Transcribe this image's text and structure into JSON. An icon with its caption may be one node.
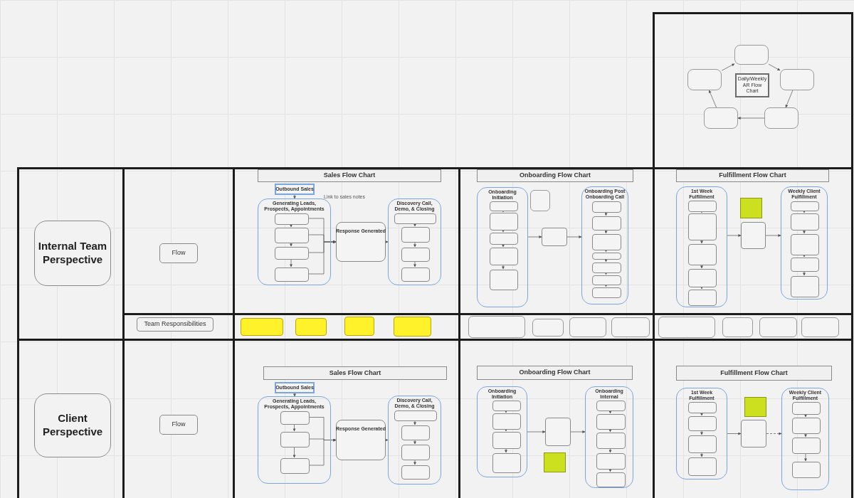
{
  "diagram": {
    "nodes": [
      {
        "text": [
          "Daily/Weekly AR Flow Chart"
        ]
      },
      {
        "text": [],
        "shape": "box"
      },
      {
        "text": [],
        "shape": "box"
      },
      {
        "text": [],
        "shape": "box"
      },
      {
        "text": [],
        "shape": "box"
      },
      {
        "text": [],
        "shape": "box"
      },
      {
        "text": [
          "Internal Team Perspective"
        ]
      },
      {
        "text": [
          "Flow"
        ]
      },
      {
        "text": [
          "Sales Flow Chart"
        ]
      },
      {
        "text": [
          "Outbound Sales"
        ]
      },
      {
        "text": [
          "Generating Leads, Prospects, Appointments"
        ]
      },
      {
        "text": [],
        "shape": "box",
        "in": 10
      },
      {
        "text": [],
        "shape": "box",
        "in": 10
      },
      {
        "text": [],
        "shape": "box",
        "in": 10
      },
      {
        "text": [],
        "shape": "box",
        "in": 10
      },
      {
        "text": [
          "Response Generated"
        ]
      },
      {
        "text": [
          "Discovery Call, Demo, & Closing"
        ]
      },
      {
        "text": [],
        "shape": "box",
        "in": 16
      },
      {
        "text": [],
        "shape": "box",
        "in": 16
      },
      {
        "text": [],
        "shape": "box",
        "in": 16
      },
      {
        "text": [],
        "shape": "box",
        "in": 16
      },
      {
        "text": [
          "Onboarding Flow Chart"
        ]
      },
      {
        "text": [
          "Onboarding Initiation"
        ]
      },
      {
        "text": [],
        "shape": "box",
        "in": 22
      },
      {
        "text": [],
        "shape": "box",
        "in": 22
      },
      {
        "text": [],
        "shape": "box",
        "in": 22
      },
      {
        "text": [],
        "shape": "box",
        "in": 22
      },
      {
        "text": [],
        "shape": "box",
        "in": 22
      },
      {
        "text": [],
        "shape": "box"
      },
      {
        "text": [],
        "shape": "box"
      },
      {
        "text": [
          "Onboarding Post Onboarding Call"
        ]
      },
      {
        "text": [],
        "shape": "box",
        "in": 30
      },
      {
        "text": [],
        "shape": "box",
        "in": 30
      },
      {
        "text": [],
        "shape": "box",
        "in": 30
      },
      {
        "text": [],
        "shape": "box",
        "in": 30
      },
      {
        "text": [],
        "shape": "box",
        "in": 30
      },
      {
        "text": [],
        "shape": "box",
        "in": 30
      },
      {
        "text": [],
        "shape": "box",
        "in": 30
      },
      {
        "text": [
          "Fulfillment Flow Chart"
        ]
      },
      {
        "text": [
          "1st Week Fulfillment"
        ]
      },
      {
        "text": [],
        "shape": "box",
        "in": 39
      },
      {
        "text": [],
        "shape": "box",
        "in": 39
      },
      {
        "text": [],
        "shape": "box",
        "in": 39
      },
      {
        "text": [],
        "shape": "box",
        "in": 39
      },
      {
        "text": [],
        "shape": "box",
        "in": 39
      },
      {
        "text": [],
        "shape": "box"
      },
      {
        "text": [],
        "shape": "box"
      },
      {
        "text": [
          "Weekly Client Fulfillment"
        ]
      },
      {
        "text": [],
        "shape": "box",
        "in": 47
      },
      {
        "text": [],
        "shape": "box",
        "in": 47
      },
      {
        "text": [],
        "shape": "box",
        "in": 47
      },
      {
        "text": [],
        "shape": "box",
        "in": 47
      },
      {
        "text": [],
        "shape": "box",
        "in": 47
      },
      {
        "text": [
          "Team Responsibilities"
        ]
      },
      {
        "text": [],
        "shape": "box"
      },
      {
        "text": [],
        "shape": "box"
      },
      {
        "text": [],
        "shape": "box"
      },
      {
        "text": [],
        "shape": "box"
      },
      {
        "text": [],
        "shape": "box"
      },
      {
        "text": [],
        "shape": "box"
      },
      {
        "text": [],
        "shape": "box"
      },
      {
        "text": [],
        "shape": "box"
      },
      {
        "text": [],
        "shape": "box"
      },
      {
        "text": [],
        "shape": "box"
      },
      {
        "text": [],
        "shape": "box"
      },
      {
        "text": [],
        "shape": "box"
      },
      {
        "text": [
          "Client Perspective"
        ]
      },
      {
        "text": [
          "Flow"
        ]
      },
      {
        "text": [
          "Sales Flow Chart"
        ]
      },
      {
        "text": [
          "Outbound Sales"
        ]
      },
      {
        "text": [
          "Generating Leads, Prospects, Appointments"
        ]
      },
      {
        "text": [],
        "shape": "box",
        "in": 70
      },
      {
        "text": [],
        "shape": "box",
        "in": 70
      },
      {
        "text": [],
        "shape": "box",
        "in": 70
      },
      {
        "text": [
          "Response Generated"
        ]
      },
      {
        "text": [
          "Discovery Call, Demo, & Closing"
        ]
      },
      {
        "text": [],
        "shape": "box",
        "in": 75
      },
      {
        "text": [],
        "shape": "box",
        "in": 75
      },
      {
        "text": [],
        "shape": "box",
        "in": 75
      },
      {
        "text": [],
        "shape": "box",
        "in": 75
      },
      {
        "text": [
          "Onboarding Flow Chart"
        ]
      },
      {
        "text": [
          "Onboarding Initiation"
        ]
      },
      {
        "text": [],
        "shape": "box",
        "in": 81
      },
      {
        "text": [],
        "shape": "box",
        "in": 81
      },
      {
        "text": [],
        "shape": "box",
        "in": 81
      },
      {
        "text": [],
        "shape": "box",
        "in": 81
      },
      {
        "text": [],
        "shape": "box"
      },
      {
        "text": [],
        "shape": "box"
      },
      {
        "text": [
          "Onboarding Internal"
        ]
      },
      {
        "text": [],
        "shape": "box",
        "in": 88
      },
      {
        "text": [],
        "shape": "box",
        "in": 88
      },
      {
        "text": [],
        "shape": "box",
        "in": 88
      },
      {
        "text": [],
        "shape": "box",
        "in": 88
      },
      {
        "text": [],
        "shape": "box",
        "in": 88
      },
      {
        "text": [
          "Fulfillment Flow Chart"
        ]
      },
      {
        "text": [
          "1st Week Fulfillment"
        ]
      },
      {
        "text": [],
        "shape": "box",
        "in": 95
      },
      {
        "text": [],
        "shape": "box",
        "in": 95
      },
      {
        "text": [],
        "shape": "box",
        "in": 95
      },
      {
        "text": [],
        "shape": "box",
        "in": 95
      },
      {
        "text": [],
        "shape": "box"
      },
      {
        "text": [],
        "shape": "box"
      },
      {
        "text": [
          "Weekly Client Fulfillment"
        ]
      },
      {
        "text": [],
        "shape": "box",
        "in": 102
      },
      {
        "text": [],
        "shape": "box",
        "in": 102
      },
      {
        "text": [],
        "shape": "box",
        "in": 102
      },
      {
        "text": [],
        "shape": "box",
        "in": 102
      }
    ],
    "edges": [
      {
        "from": 1,
        "to": 3,
        "arrow": "to"
      },
      {
        "from": 3,
        "to": 5,
        "arrow": "to"
      },
      {
        "from": 5,
        "to": 4,
        "arrow": "to"
      },
      {
        "from": 4,
        "to": 2,
        "arrow": "to"
      },
      {
        "from": 2,
        "to": 1,
        "arrow": "to"
      },
      {
        "from": 9,
        "to": 10,
        "arrow": "to"
      },
      {
        "from": 11,
        "to": 12,
        "arrow": "to"
      },
      {
        "from": 12,
        "to": 13,
        "arrow": "to"
      },
      {
        "from": 13,
        "to": 14,
        "arrow": "to"
      },
      {
        "from": 11,
        "to": 15,
        "arrow": "to"
      },
      {
        "from": 12,
        "to": 15,
        "arrow": "to"
      },
      {
        "from": 13,
        "to": 15,
        "arrow": "to"
      },
      {
        "from": 14,
        "to": 15,
        "arrow": "to"
      },
      {
        "from": 15,
        "to": 16,
        "arrow": "to"
      },
      {
        "from": 17,
        "to": 18,
        "arrow": "to"
      },
      {
        "from": 18,
        "to": 19,
        "arrow": "to"
      },
      {
        "from": 19,
        "to": 20,
        "arrow": "to"
      },
      {
        "from": 23,
        "to": 24,
        "arrow": "to"
      },
      {
        "from": 24,
        "to": 25,
        "arrow": "to"
      },
      {
        "from": 25,
        "to": 26,
        "arrow": "to"
      },
      {
        "from": 26,
        "to": 27,
        "arrow": "to"
      },
      {
        "from": 22,
        "to": 29,
        "arrow": "to"
      },
      {
        "from": 29,
        "to": 30,
        "arrow": "to"
      },
      {
        "from": 31,
        "to": 32,
        "arrow": "to"
      },
      {
        "from": 32,
        "to": 33,
        "arrow": "to"
      },
      {
        "from": 33,
        "to": 34,
        "arrow": "to"
      },
      {
        "from": 34,
        "to": 35,
        "arrow": "to"
      },
      {
        "from": 35,
        "to": 36,
        "arrow": "to"
      },
      {
        "from": 36,
        "to": 37,
        "arrow": "to"
      },
      {
        "from": 40,
        "to": 41,
        "arrow": "to"
      },
      {
        "from": 41,
        "to": 42,
        "arrow": "to"
      },
      {
        "from": 42,
        "to": 43,
        "arrow": "to"
      },
      {
        "from": 43,
        "to": 44,
        "arrow": "to"
      },
      {
        "from": 39,
        "to": 46,
        "arrow": "to"
      },
      {
        "from": 46,
        "to": 47,
        "arrow": "to"
      },
      {
        "from": 48,
        "to": 49,
        "arrow": "to"
      },
      {
        "from": 49,
        "to": 50,
        "arrow": "to"
      },
      {
        "from": 50,
        "to": 51,
        "arrow": "to"
      },
      {
        "from": 51,
        "to": 52,
        "arrow": "to"
      },
      {
        "from": 69,
        "to": 70,
        "arrow": "to"
      },
      {
        "from": 71,
        "to": 72,
        "arrow": "to"
      },
      {
        "from": 72,
        "to": 73,
        "arrow": "to"
      },
      {
        "from": 71,
        "to": 74,
        "arrow": "to"
      },
      {
        "from": 72,
        "to": 74,
        "arrow": "to"
      },
      {
        "from": 73,
        "to": 74,
        "arrow": "to"
      },
      {
        "from": 74,
        "to": 75,
        "arrow": "to",
        "style": "dashed"
      },
      {
        "from": 76,
        "to": 77,
        "arrow": "to"
      },
      {
        "from": 77,
        "to": 78,
        "arrow": "to"
      },
      {
        "from": 78,
        "to": 79,
        "arrow": "to"
      },
      {
        "from": 82,
        "to": 83,
        "arrow": "to"
      },
      {
        "from": 83,
        "to": 84,
        "arrow": "to"
      },
      {
        "from": 84,
        "to": 85,
        "arrow": "to"
      },
      {
        "from": 81,
        "to": 86,
        "arrow": "to"
      },
      {
        "from": 86,
        "to": 88,
        "arrow": "to"
      },
      {
        "from": 89,
        "to": 90,
        "arrow": "to"
      },
      {
        "from": 90,
        "to": 91,
        "arrow": "to"
      },
      {
        "from": 91,
        "to": 92,
        "arrow": "to"
      },
      {
        "from": 92,
        "to": 93,
        "arrow": "to"
      },
      {
        "from": 96,
        "to": 97,
        "arrow": "to"
      },
      {
        "from": 97,
        "to": 98,
        "arrow": "to"
      },
      {
        "from": 98,
        "to": 99,
        "arrow": "to"
      },
      {
        "from": 95,
        "to": 101,
        "arrow": "to"
      },
      {
        "from": 101,
        "to": 102,
        "arrow": "to",
        "style": "dashed"
      },
      {
        "from": 103,
        "to": 104,
        "arrow": "to"
      },
      {
        "from": 104,
        "to": 105,
        "arrow": "to"
      },
      {
        "from": 105,
        "to": 106,
        "arrow": "to"
      }
    ],
    "labels": [
      "Link to sales notes"
    ]
  }
}
